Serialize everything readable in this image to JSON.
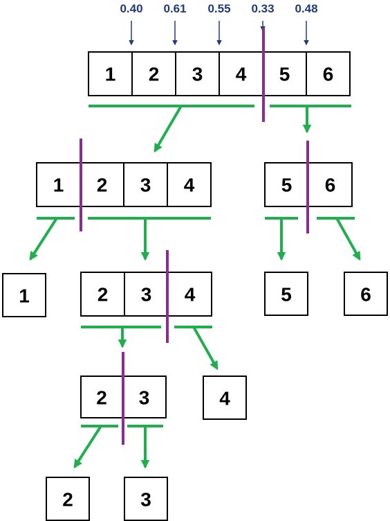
{
  "top_labels": [
    "0.40",
    "0.61",
    "0.55",
    "0.33",
    "0.48"
  ],
  "level0": [
    "1",
    "2",
    "3",
    "4",
    "5",
    "6"
  ],
  "level1_left": [
    "1",
    "2",
    "3",
    "4"
  ],
  "level1_right": [
    "5",
    "6"
  ],
  "level2": {
    "single_1": "1",
    "middle": [
      "2",
      "3",
      "4"
    ],
    "single_5": "5",
    "single_6": "6"
  },
  "level3": {
    "pair": [
      "2",
      "3"
    ],
    "single_4": "4"
  },
  "level4": {
    "single_2": "2",
    "single_3": "3"
  },
  "colors": {
    "split_line": "#8b2d8e",
    "green_arrow": "#1fb04d",
    "label_blue": "#1f3b78"
  }
}
